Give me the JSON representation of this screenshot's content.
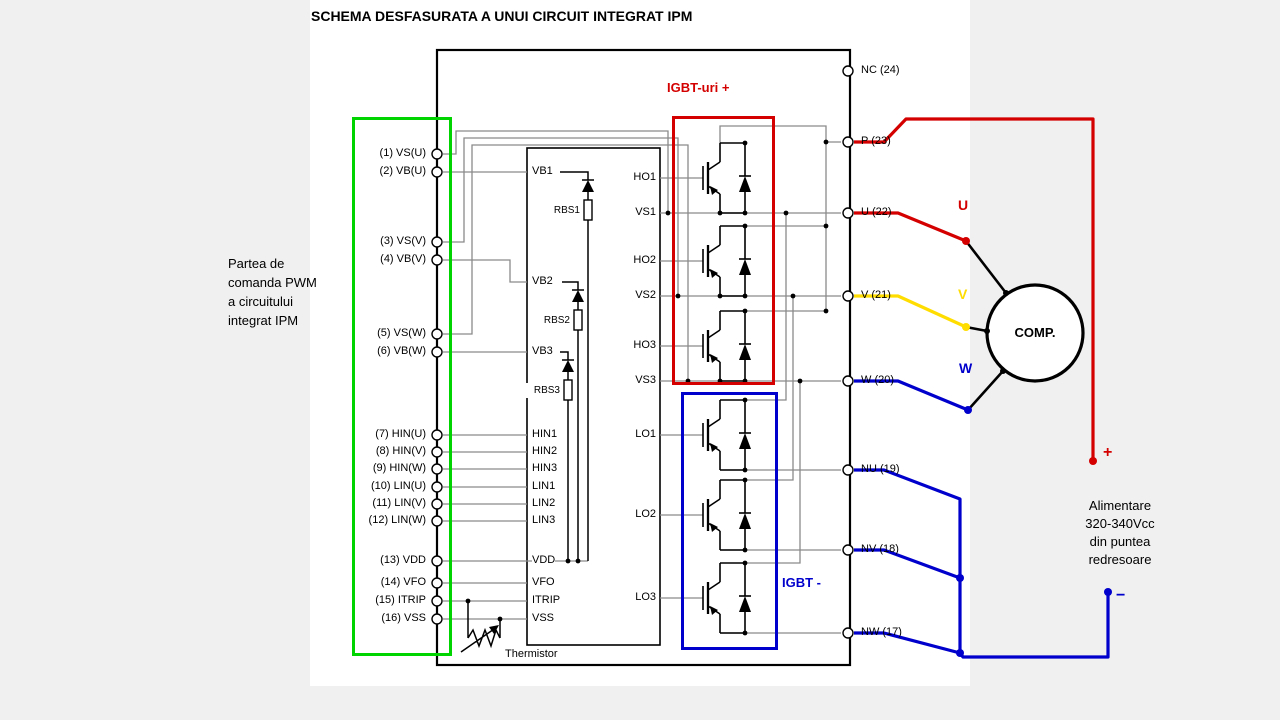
{
  "title": "SCHEMA DESFASURATA A UNUI CIRCUIT INTEGRAT IPM",
  "left_note": "Partea de\ncomanda PWM\na circuitului\nintegrat IPM",
  "supply_note": "Alimentare\n320-340Vcc\ndin puntea\nredresoare",
  "ic": {
    "left_pins": [
      "(1) VS(U)",
      "(2) VB(U)",
      "(3) VS(V)",
      "(4) VB(V)",
      "(5) VS(W)",
      "(6) VB(W)",
      "(7) HIN(U)",
      "(8) HIN(V)",
      "(9) HIN(W)",
      "(10) LIN(U)",
      "(11) LIN(V)",
      "(12) LIN(W)",
      "(13) VDD",
      "(14) VFO",
      "(15) ITRIP",
      "(16) VSS"
    ],
    "right_pins": [
      "NC (24)",
      "P (23)",
      "U (22)",
      "V (21)",
      "W (20)",
      "NU (19)",
      "NV (18)",
      "NW (17)"
    ],
    "driver_left": [
      "VB1",
      "VB2",
      "VB3",
      "HIN1",
      "HIN2",
      "HIN3",
      "LIN1",
      "LIN2",
      "LIN3",
      "VDD",
      "VFO",
      "ITRIP",
      "VSS"
    ],
    "bootstrap": [
      "RBS1",
      "RBS2",
      "RBS3"
    ],
    "driver_right": [
      "HO1",
      "VS1",
      "HO2",
      "VS2",
      "HO3",
      "VS3",
      "LO1",
      "LO2",
      "LO3"
    ],
    "thermistor": "Thermistor"
  },
  "groups": {
    "igbt_high": "IGBT-uri +",
    "igbt_low": "IGBT -"
  },
  "phases": {
    "u": "U",
    "v": "V",
    "w": "W"
  },
  "motor": "COMP.",
  "terminals": {
    "plus": "+",
    "minus": "−"
  },
  "colors": {
    "red": "#d40000",
    "yellow": "#ffdd00",
    "blue": "#0000cc",
    "green": "#00d400",
    "wire_gray": "#8a8a8a"
  }
}
